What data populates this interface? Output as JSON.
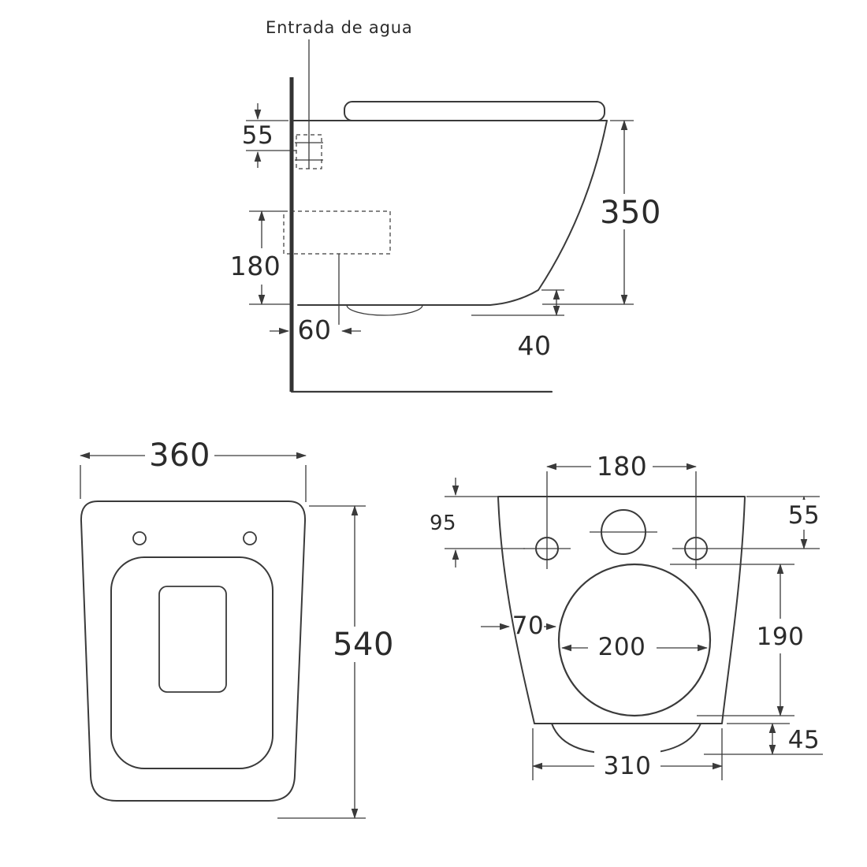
{
  "drawing": {
    "background": "#ffffff",
    "line_color": "#3a3a3a"
  },
  "side_view": {
    "water_inlet_label": "Entrada de agua",
    "dim_inlet_offset": "55",
    "dim_total_height": "350",
    "dim_outlet_height": "180",
    "dim_outlet_wall_offset": "60",
    "dim_front_clearance": "40"
  },
  "plan_view": {
    "dim_width": "360",
    "dim_depth": "540"
  },
  "rear_view": {
    "dim_fixing_centres": "180",
    "dim_inlet_top_offset": "55",
    "dim_hinge_top_offset": "95",
    "dim_side_to_outlet": "70",
    "dim_outlet_width": "200",
    "dim_outlet_height": "190",
    "dim_base_width": "310",
    "dim_base_lip": "45"
  }
}
